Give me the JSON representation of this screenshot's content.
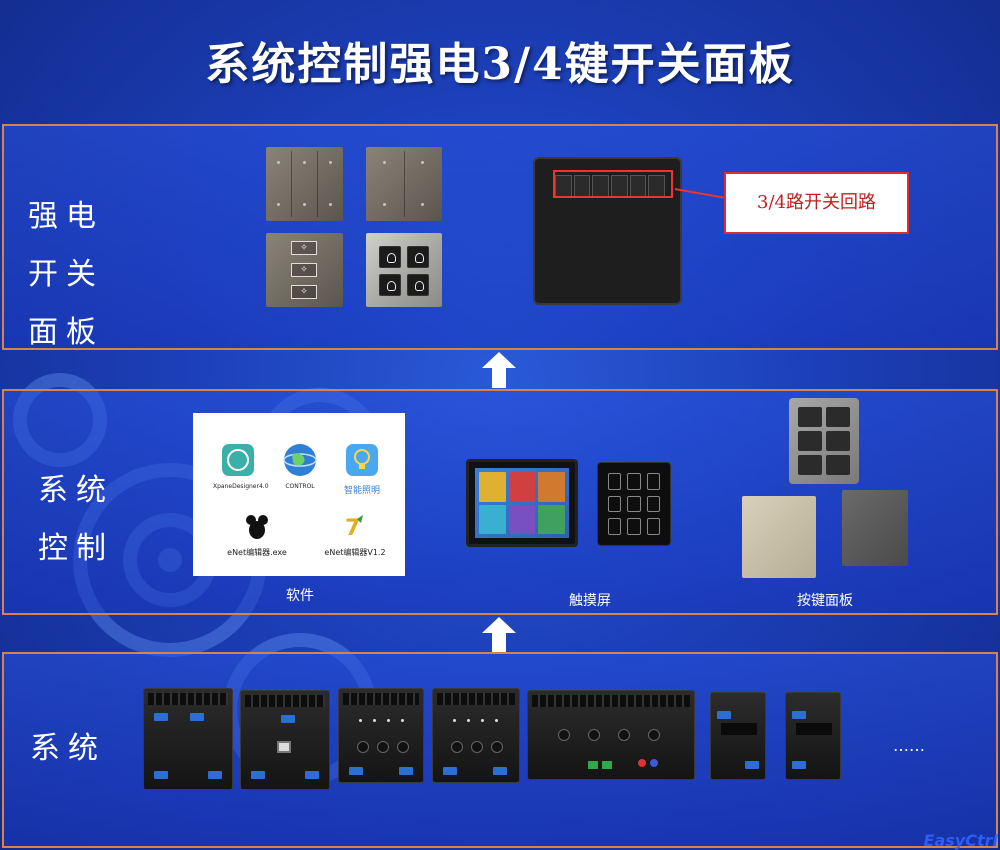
{
  "title": "系统控制强电3/4键开关面板",
  "sections": {
    "power_panel": {
      "label_lines": [
        "强电",
        "开关",
        "面板"
      ],
      "callout": "3/4路开关回路"
    },
    "system_control": {
      "label_lines": [
        "系统",
        "控制"
      ],
      "software": {
        "caption": "软件",
        "apps": [
          {
            "name": "XpaneDesigner4.0"
          },
          {
            "name": "CONTROL"
          },
          {
            "name": "智能照明"
          },
          {
            "name": "eNet编辑器.exe"
          },
          {
            "name": "eNet编辑器V1.2"
          }
        ]
      },
      "touchscreen_caption": "触摸屏",
      "key_panel_caption": "按键面板"
    },
    "system": {
      "label_lines": [
        "系统"
      ],
      "more": "……"
    }
  },
  "logo": "EasyCtrl",
  "colors": {
    "panel_border": "#d9824a",
    "callout_border": "#d83030",
    "callout_text": "#c02020",
    "background": "#1c3fb8"
  }
}
